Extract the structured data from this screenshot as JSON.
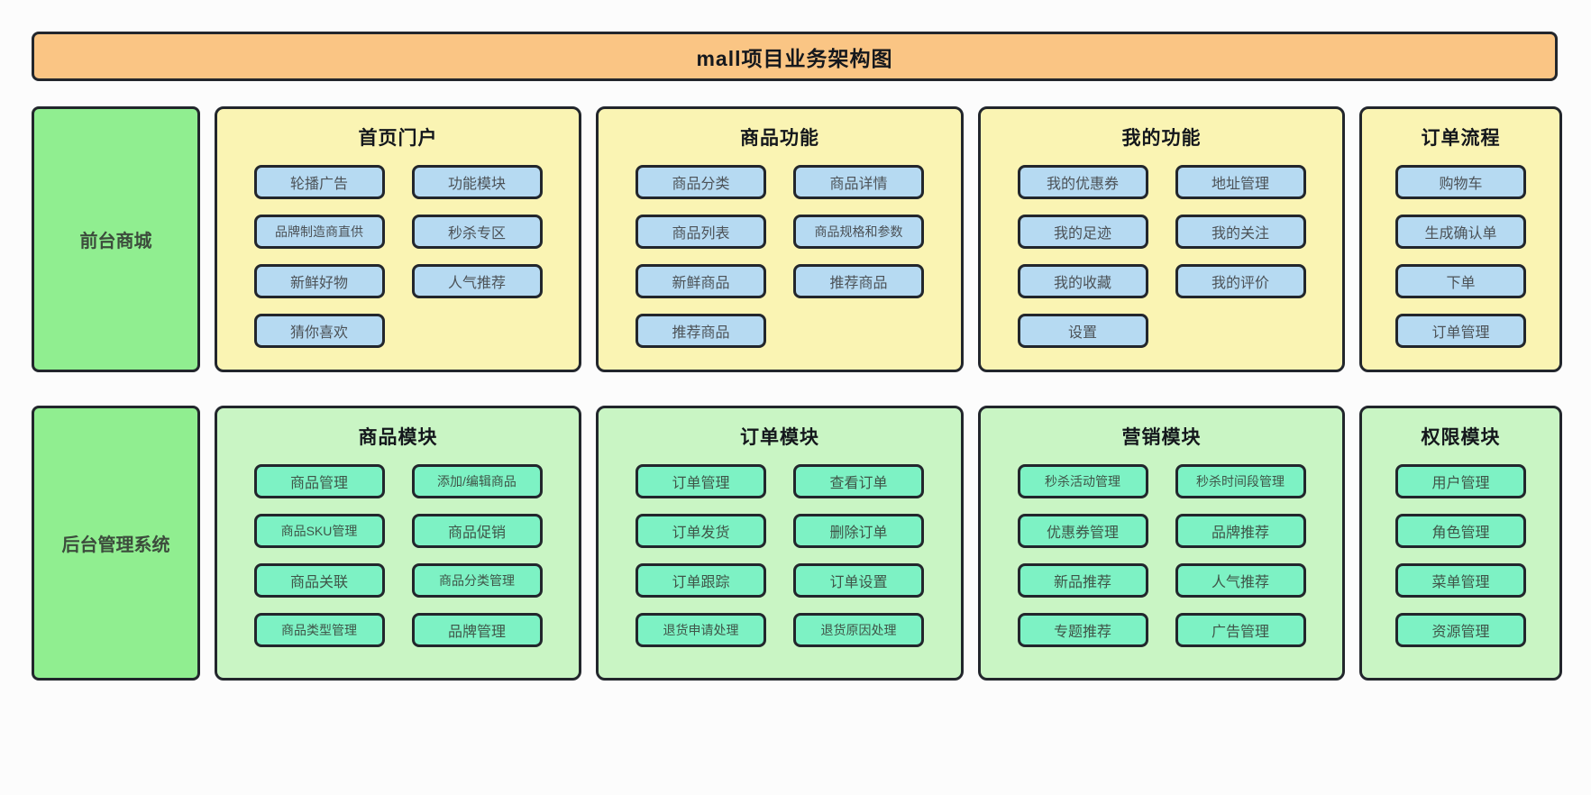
{
  "title": "mall项目业务架构图",
  "colors": {
    "border": "#22262C",
    "banner_bg": "#FAC584",
    "panel_yellow": "#FAF4B3",
    "node_blue": "#B6DAF2",
    "label_green": "#90EE90",
    "panel_green": "#C9F5C4",
    "node_mint": "#7DF2C4"
  },
  "rows": [
    {
      "label": "前台商城",
      "panels": [
        {
          "title": "首页门户",
          "columns": [
            [
              "轮播广告",
              "品牌制造商直供",
              "新鲜好物",
              "猜你喜欢"
            ],
            [
              "功能模块",
              "秒杀专区",
              "人气推荐"
            ]
          ]
        },
        {
          "title": "商品功能",
          "columns": [
            [
              "商品分类",
              "商品列表",
              "新鲜商品",
              "推荐商品"
            ],
            [
              "商品详情",
              "商品规格和参数",
              "推荐商品"
            ]
          ]
        },
        {
          "title": "我的功能",
          "columns": [
            [
              "我的优惠券",
              "我的足迹",
              "我的收藏",
              "设置"
            ],
            [
              "地址管理",
              "我的关注",
              "我的评价"
            ]
          ]
        },
        {
          "title": "订单流程",
          "columns": [
            [
              "购物车",
              "生成确认单",
              "下单",
              "订单管理"
            ]
          ]
        }
      ]
    },
    {
      "label": "后台管理系统",
      "panels": [
        {
          "title": "商品模块",
          "columns": [
            [
              "商品管理",
              "商品SKU管理",
              "商品关联",
              "商品类型管理"
            ],
            [
              "添加/编辑商品",
              "商品促销",
              "商品分类管理",
              "品牌管理"
            ]
          ]
        },
        {
          "title": "订单模块",
          "columns": [
            [
              "订单管理",
              "订单发货",
              "订单跟踪",
              "退货申请处理"
            ],
            [
              "查看订单",
              "删除订单",
              "订单设置",
              "退货原因处理"
            ]
          ]
        },
        {
          "title": "营销模块",
          "columns": [
            [
              "秒杀活动管理",
              "优惠券管理",
              "新品推荐",
              "专题推荐"
            ],
            [
              "秒杀时间段管理",
              "品牌推荐",
              "人气推荐",
              "广告管理"
            ]
          ]
        },
        {
          "title": "权限模块",
          "columns": [
            [
              "用户管理",
              "角色管理",
              "菜单管理",
              "资源管理"
            ]
          ]
        }
      ]
    }
  ]
}
